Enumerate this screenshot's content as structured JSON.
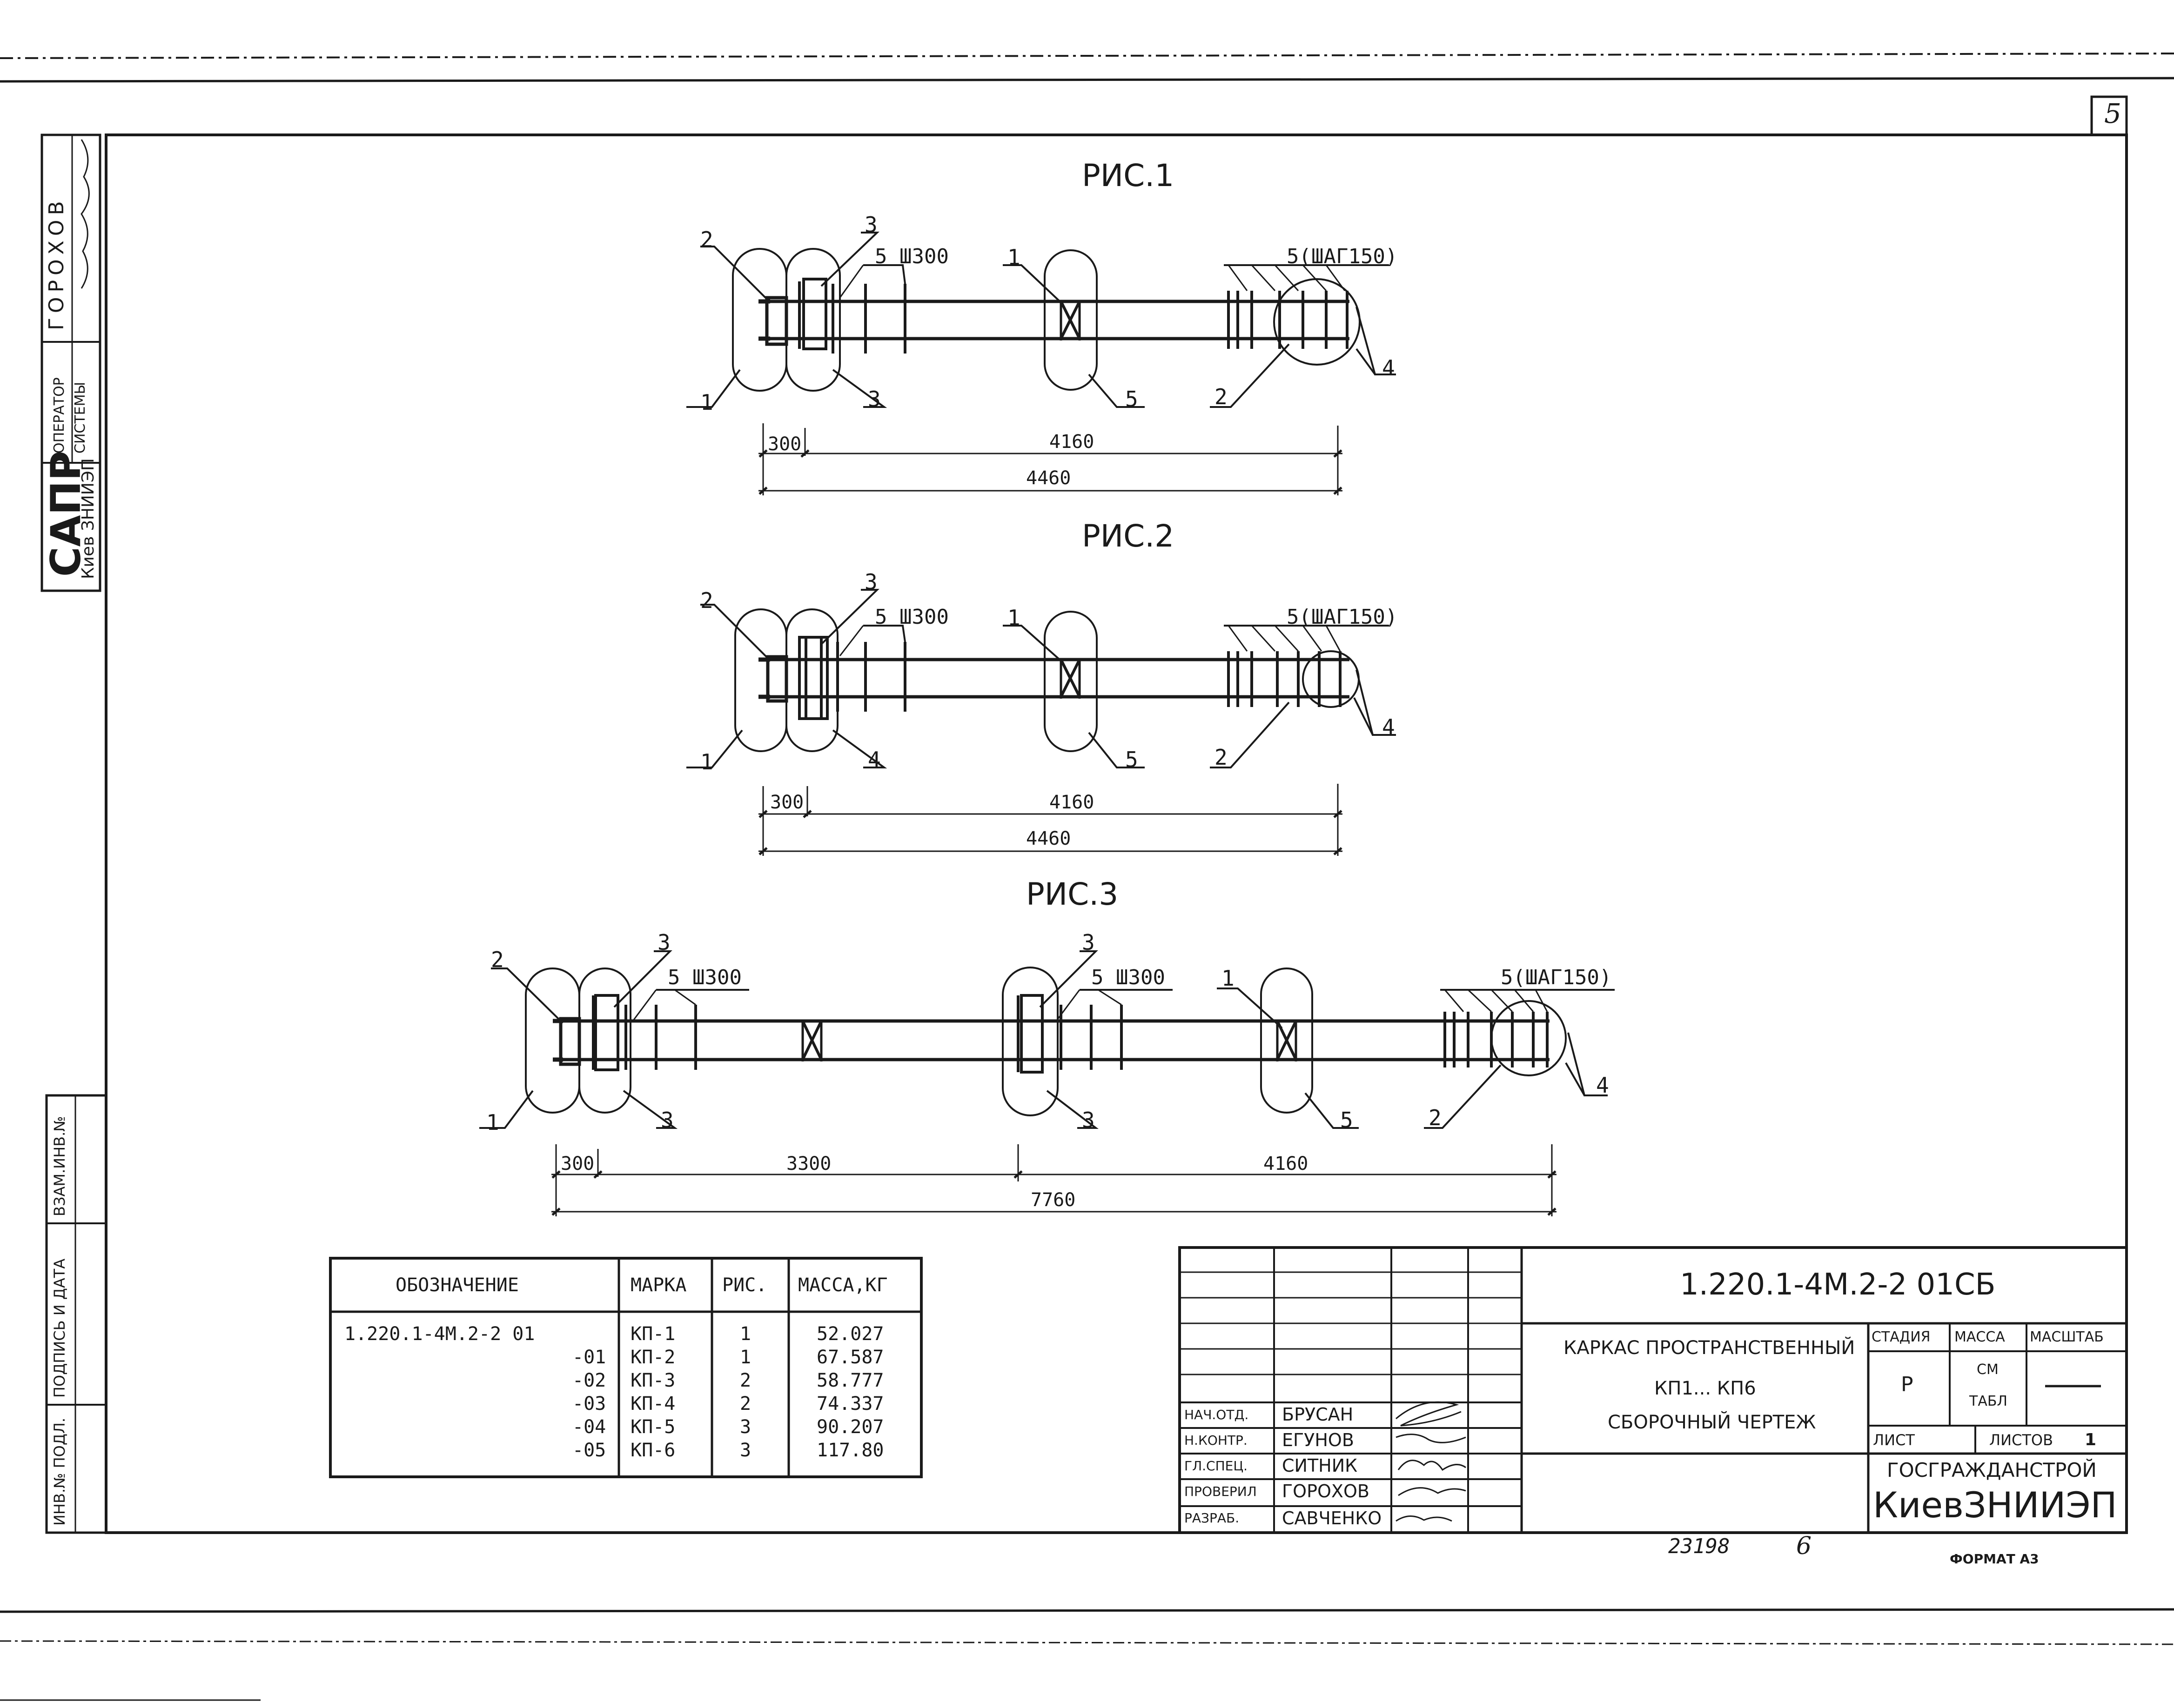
{
  "sheet_number": "5",
  "figures": [
    {
      "title": "РИС.1",
      "callouts": [
        "1",
        "2",
        "3",
        "3",
        "5 Ш300",
        "1",
        "5",
        "5(ШАГ150)",
        "2",
        "4"
      ],
      "dims": {
        "d300": "300",
        "d4160": "4160",
        "total": "4460"
      }
    },
    {
      "title": "РИС.2",
      "callouts": [
        "1",
        "2",
        "3",
        "4",
        "5 Ш300",
        "1",
        "5",
        "5(ШАГ150)",
        "2",
        "4"
      ],
      "dims": {
        "d300": "300",
        "d4160": "4160",
        "total": "4460"
      }
    },
    {
      "title": "РИС.3",
      "callouts": [
        "1",
        "2",
        "3",
        "3",
        "5 Ш300",
        "3",
        "3",
        "5 Ш300",
        "1",
        "5",
        "5(ШАГ150)",
        "2",
        "4"
      ],
      "dims": {
        "d300": "300",
        "d3300": "3300",
        "d4160": "4160",
        "total": "7760"
      }
    }
  ],
  "spec_table": {
    "headers": [
      "ОБОЗНАЧЕНИЕ",
      "МАРКА",
      "РИС.",
      "МАССА,КГ"
    ],
    "rows": [
      {
        "designation": "1.220.1-4М.2-2 01",
        "mark": "КП-1",
        "fig": "1",
        "mass": "52.027"
      },
      {
        "designation": "-01",
        "mark": "КП-2",
        "fig": "1",
        "mass": "67.587"
      },
      {
        "designation": "-02",
        "mark": "КП-3",
        "fig": "2",
        "mass": "58.777"
      },
      {
        "designation": "-03",
        "mark": "КП-4",
        "fig": "2",
        "mass": "74.337"
      },
      {
        "designation": "-04",
        "mark": "КП-5",
        "fig": "3",
        "mass": "90.207"
      },
      {
        "designation": "-05",
        "mark": "КП-6",
        "fig": "3",
        "mass": "117.80"
      }
    ]
  },
  "side_stamp": {
    "sapr": "САПР",
    "sapr_sub": "Киев ЗНИИЭП",
    "operator_label": "ОПЕРАТОР СИСТЕМЫ",
    "operator_name": "ГОРОХОВ",
    "inv_podl": "ИНВ.№ ПОДЛ.",
    "podpis_data": "ПОДПИСЬ И ДАТА",
    "vzam_inv": "ВЗАМ.ИНВ.№"
  },
  "title_block": {
    "code": "1.220.1-4М.2-2 01СБ",
    "name_line1": "КАРКАС ПРОСТРАНСТВЕННЫЙ",
    "name_line2": "КП1... КП6",
    "name_line3": "СБОРОЧНЫЙ ЧЕРТЕЖ",
    "stage_label": "СТАДИЯ",
    "mass_label": "МАССА",
    "scale_label": "МАСШТАБ",
    "stage_value": "Р",
    "mass_value_1": "СМ",
    "mass_value_2": "ТАБЛ",
    "scale_value": "—",
    "sheet_label": "ЛИСТ",
    "sheets_label": "ЛИСТОВ",
    "sheets_value": "1",
    "org_line1": "ГОСГРАЖДАНСТРОЙ",
    "org_line2": "КиевЗНИИЭП",
    "roles": [
      {
        "role": "НАЧ.ОТД.",
        "name": "БРУСАН"
      },
      {
        "role": "Н.КОНТР.",
        "name": "ЕГУНОВ"
      },
      {
        "role": "ГЛ.СПЕЦ.",
        "name": "СИТНИК"
      },
      {
        "role": "ПРОВЕРИЛ",
        "name": "ГОРОХОВ"
      },
      {
        "role": "РАЗРАБ.",
        "name": "САВЧЕНКО"
      }
    ]
  },
  "footer": {
    "archive_no": "23198",
    "page_no": "6",
    "format": "ФОРМАТ А3"
  }
}
